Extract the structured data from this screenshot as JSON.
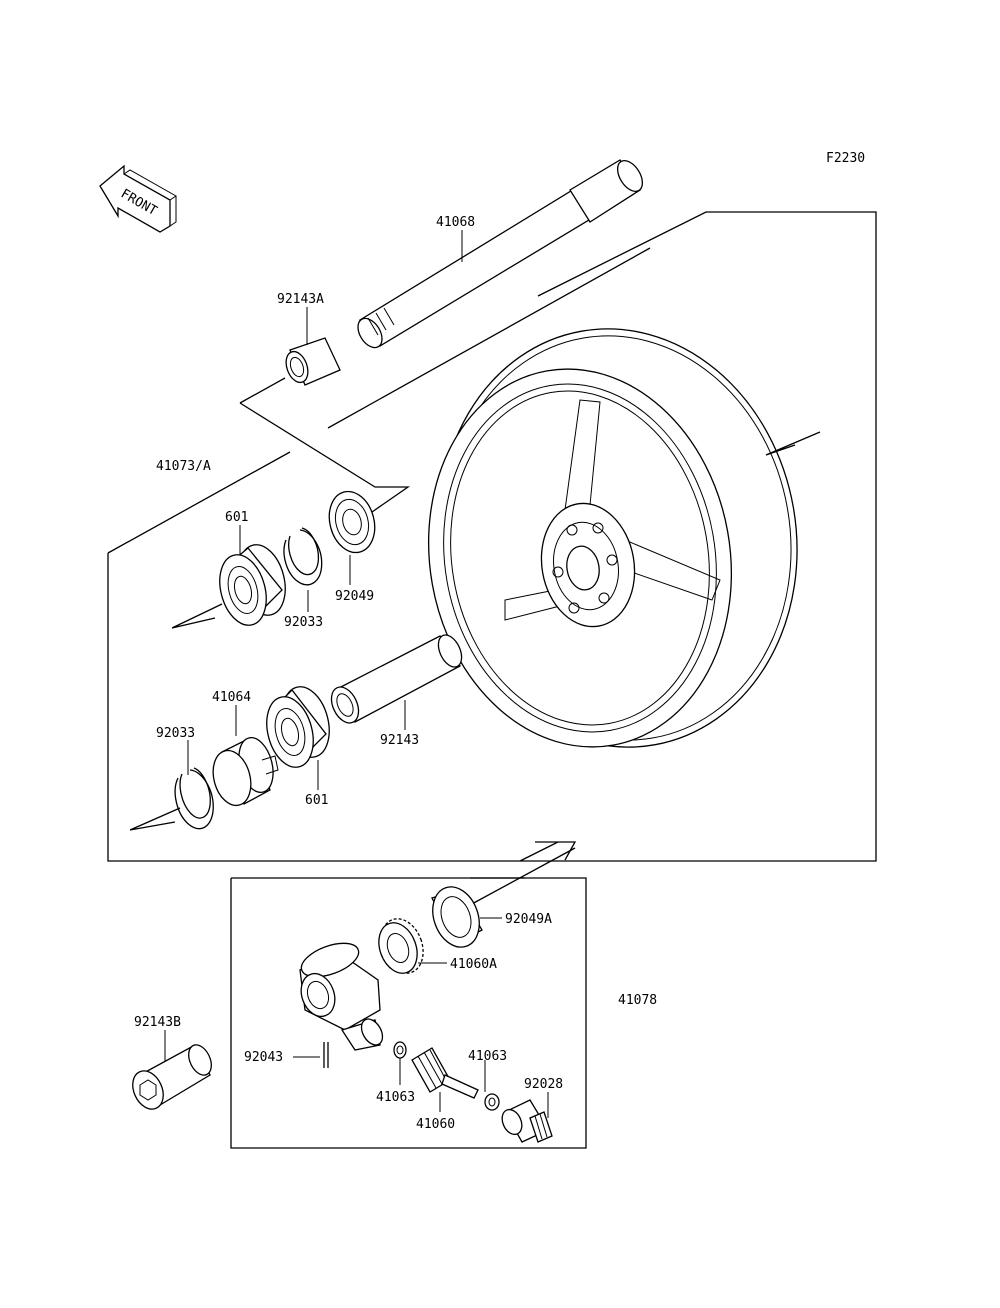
{
  "figure_code": "F2230",
  "front_arrow_text": "FRONT",
  "labels": {
    "p41068": "41068",
    "p92143A": "92143A",
    "p41073A": "41073/A",
    "p601_top": "601",
    "p92049": "92049",
    "p92033_top": "92033",
    "p41064": "41064",
    "p92033_bot": "92033",
    "p92143": "92143",
    "p601_bot": "601",
    "p92049A": "92049A",
    "p41060A": "41060A",
    "p41078": "41078",
    "p92143B": "92143B",
    "p92043": "92043",
    "p41063_left": "41063",
    "p41063_right": "41063",
    "p41060": "41060",
    "p92028": "92028"
  }
}
